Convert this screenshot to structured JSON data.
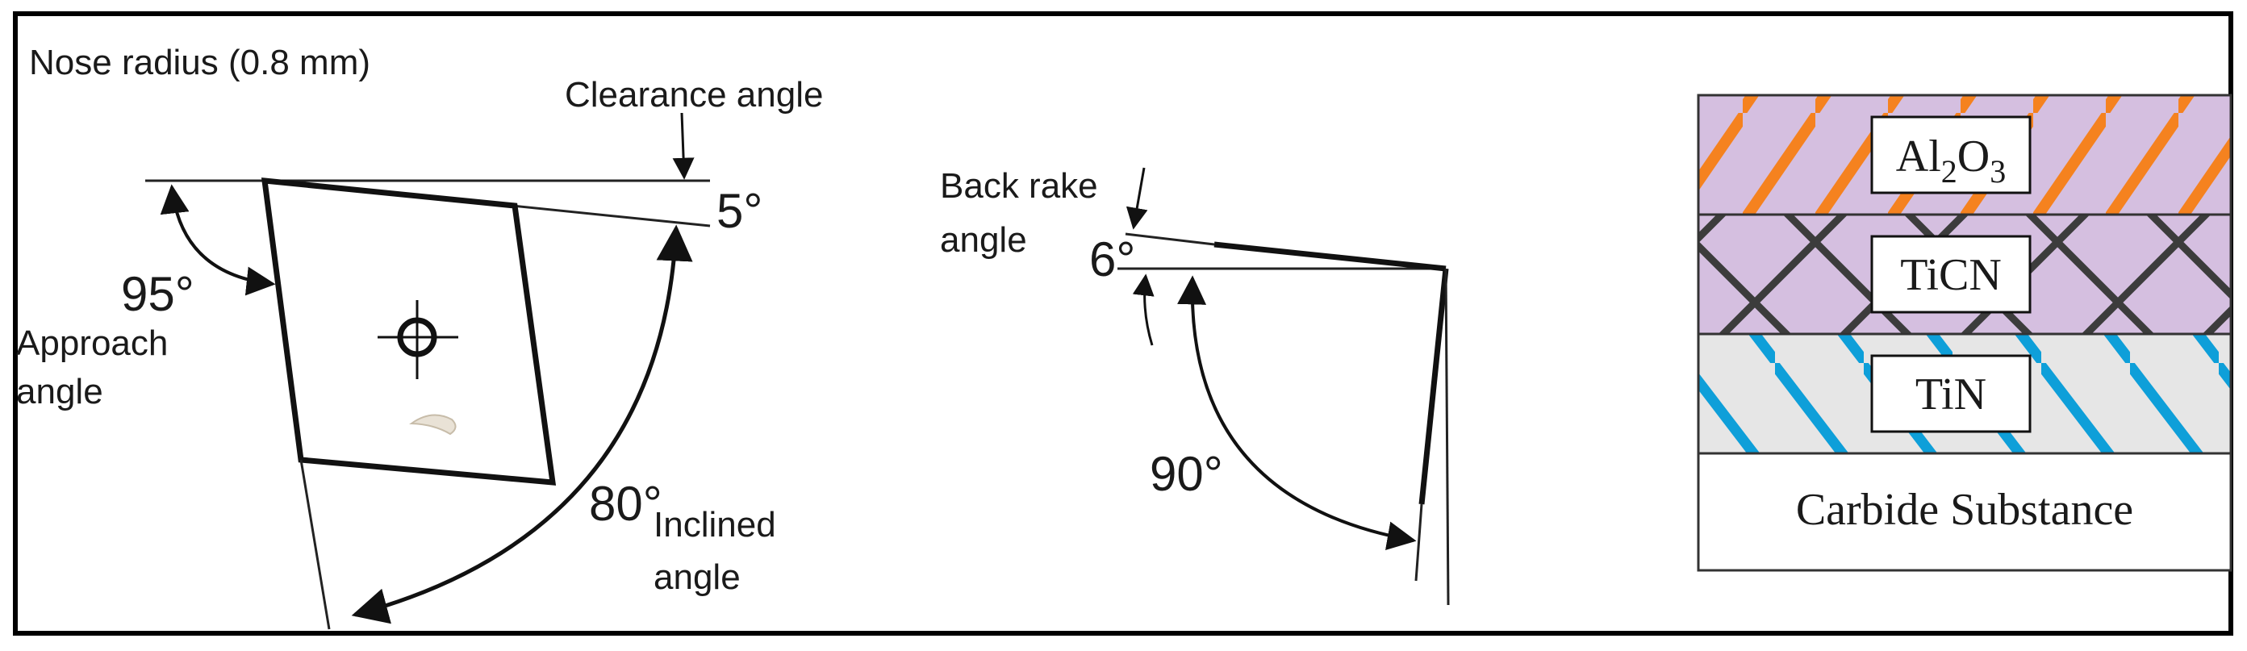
{
  "insert_top_view": {
    "nose_radius_label": "Nose radius (0.8 mm)",
    "clearance_angle_label": "Clearance angle",
    "clearance_angle_value": "5°",
    "approach_angle_value": "95°",
    "approach_angle_label_line1": "Approach",
    "approach_angle_label_line2": "angle",
    "inclined_angle_value": "80°",
    "inclined_angle_label_line1": "Inclined",
    "inclined_angle_label_line2": "angle"
  },
  "insert_side_view": {
    "back_rake_label_line1": "Back rake",
    "back_rake_label_line2": "angle",
    "back_rake_value": "6°",
    "right_angle_value": "90°"
  },
  "coating_layers": {
    "layers": [
      {
        "name": "Al2O3",
        "base": "Al",
        "sub1": "2",
        "mid": "O",
        "sub2": "3",
        "hatch_color": "#f5821f",
        "fill": "#d5bfe0"
      },
      {
        "name": "TiCN",
        "hatch_color": "#3c3c3c",
        "fill": "#d5bfe0"
      },
      {
        "name": "TiN",
        "hatch_color": "#0e9fd9",
        "fill": "#e6e6e6"
      }
    ],
    "substrate_label": "Carbide Substance"
  }
}
